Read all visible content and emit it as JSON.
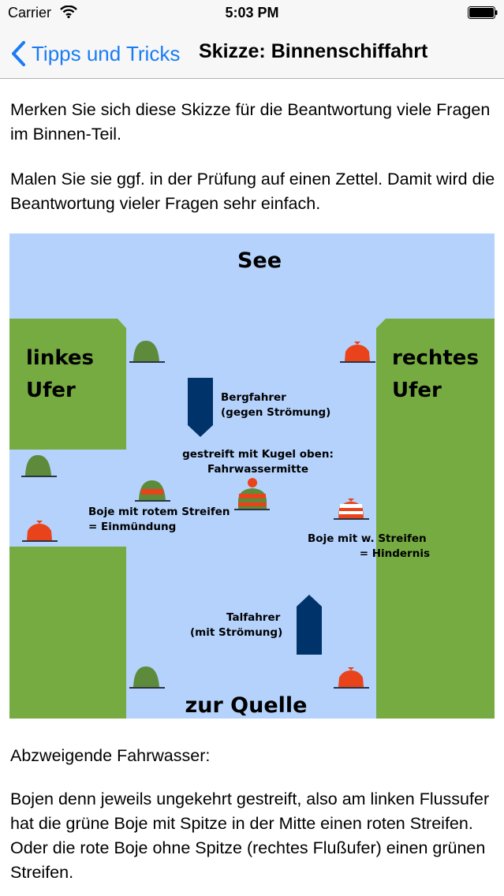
{
  "status_bar": {
    "carrier": "Carrier",
    "time": "5:03 PM"
  },
  "nav": {
    "back_label": "Tipps und Tricks",
    "title": "Skizze: Binnenschiffahrt"
  },
  "intro": {
    "paragraph1": "Merken Sie sich diese Skizze für die Beantwortung viele Fragen im Binnen-Teil.",
    "paragraph2": "Malen Sie sie ggf. in der Prüfung auf einen Zettel. Damit wird die Beantwortung vieler Fragen sehr einfach."
  },
  "sketch": {
    "label_top": "See",
    "label_bottom": "zur Quelle",
    "left_bank_line1": "linkes",
    "left_bank_line2": "Ufer",
    "right_bank_line1": "rechtes",
    "right_bank_line2": "Ufer",
    "upstream_line1": "Bergfahrer",
    "upstream_line2": "(gegen Strömung)",
    "striped_line1": "gestreift mit Kugel oben:",
    "striped_line2": "Fahrwassermitte",
    "red_stripe_line1": "Boje mit rotem Streifen",
    "red_stripe_line2": "= Einmündung",
    "white_stripe_line1": "Boje mit w. Streifen",
    "white_stripe_line2": "= Hindernis",
    "downstream_line1": "Talfahrer",
    "downstream_line2": "(mit Strömung)",
    "colors": {
      "water": "#b4d2fc",
      "bank": "#76ab41",
      "green_buoy": "#5d8b3b",
      "red_buoy": "#e8431b",
      "ship": "#00336a"
    }
  },
  "outro": {
    "paragraph1": "Abzweigende Fahrwasser:",
    "paragraph2": "Bojen denn jeweils ungekehrt gestreift, also am linken Flussufer hat die grüne Boje mit Spitze in der Mitte einen roten Streifen. Oder die rote Boje ohne Spitze (rechtes Flußufer) einen grünen Streifen."
  }
}
